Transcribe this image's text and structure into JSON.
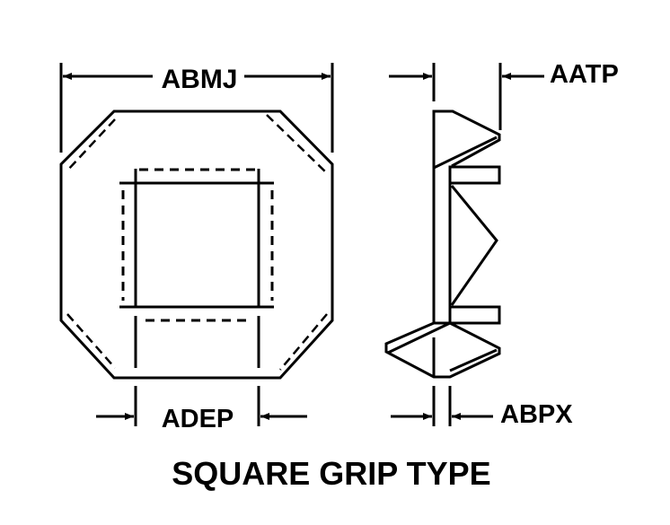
{
  "diagram": {
    "title": "SQUARE GRIP TYPE",
    "dimensions": {
      "front_width": "ABMJ",
      "opening_width": "ADEP",
      "side_overall": "AATP",
      "side_thickness": "ABPX"
    },
    "views": [
      "front-view",
      "side-view"
    ],
    "colors": {
      "line": "#000000",
      "background": "#ffffff"
    }
  }
}
